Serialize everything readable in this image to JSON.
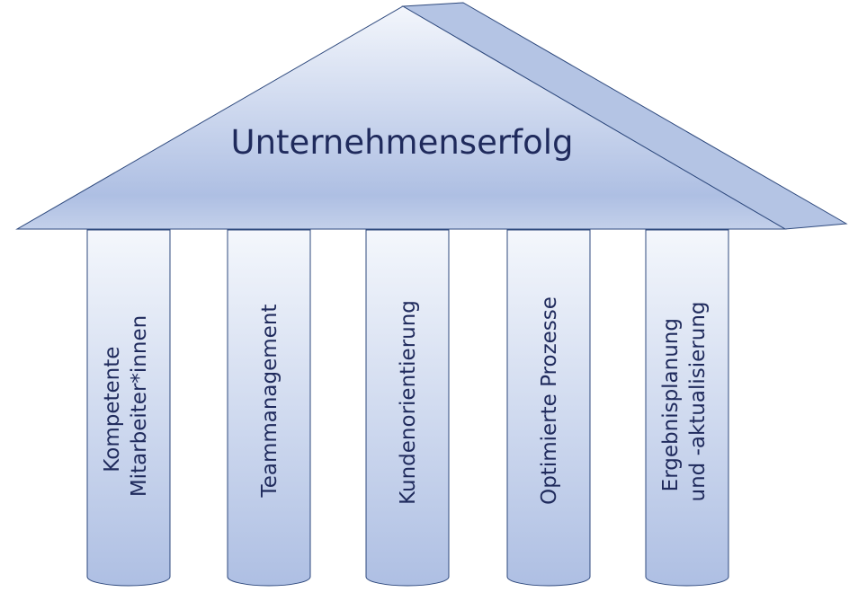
{
  "roof": {
    "title": "Unternehmenserfolg"
  },
  "pillars": [
    {
      "lines": [
        "Kompetente",
        "Mitarbeiter*innen"
      ]
    },
    {
      "lines": [
        "Teammanagement"
      ]
    },
    {
      "lines": [
        "Kundenorientierung"
      ]
    },
    {
      "lines": [
        "Optimierte Prozesse"
      ]
    },
    {
      "lines": [
        "Ergebnisplanung",
        "und -aktualisierung"
      ]
    }
  ],
  "colors": {
    "stroke": "#2f4a7e",
    "fill_light": "#e8eef8",
    "fill_mid": "#aebfe3",
    "fill_dark": "#b4c4e4",
    "text": "#1f2a5c"
  }
}
